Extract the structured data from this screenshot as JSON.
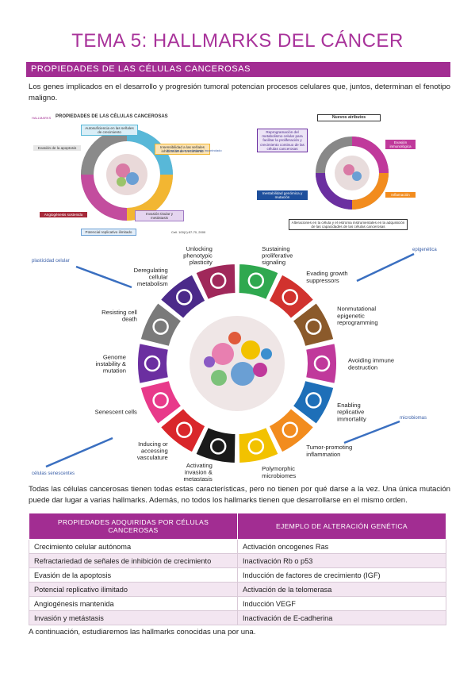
{
  "title": "TEMA 5: HALLMARKS DEL CÁNCER",
  "section": "PROPIEDADES DE LAS CÉLULAS CANCEROSAS",
  "intro": "Los genes implicados en el desarrollo y progresión tumoral potencian procesos celulares que, juntos, determinan el fenotipo maligno.",
  "fig_left": {
    "corner": "HALLMARKS",
    "title": "PROPIEDADES DE LAS CÉLULAS CANCEROSAS",
    "items": [
      "Autosuficiencia en las señales de crecimiento",
      "Evasión de la apoptosis",
      "Insensibilidad a las señales inhibitorias de crecimiento",
      "Angiogénesis sostenida",
      "Invasión tisular y metástasis",
      "Potencial replicativo ilimitado"
    ],
    "side_note": "ej: se tira a un crecimiento incontrolado",
    "citation": "Cell. 100(1):57-70, 2000"
  },
  "fig_right": {
    "top_label": "Nuevos atributos",
    "items": [
      "Reprogramación del metabolismo celular para facilitar la proliferación y crecimiento continuo de las células cancerosas",
      "Evasión inmunológica",
      "Inestabilidad genómica y mutación",
      "Inflamación"
    ],
    "bottom": "Alteraciones en la célula y el estroma instrumentales en la adquisición de las capacidades de las células cancerosas"
  },
  "wheel": {
    "labels": [
      "Sustaining proliferative signaling",
      "Evading growth suppressors",
      "Nonmutational epigenetic reprogramming",
      "Avoiding immune destruction",
      "Enabling replicative immortality",
      "Tumor-promoting inflammation",
      "Polymorphic microbiomes",
      "Activating invasion & metastasis",
      "Inducing or accessing vasculature",
      "Senescent cells",
      "Genome instability & mutation",
      "Resisting cell death",
      "Deregulating cellular metabolism",
      "Unlocking phenotypic plasticity"
    ],
    "colors": [
      "#2fa84f",
      "#d1322e",
      "#8b5a2b",
      "#c0399b",
      "#1e6fb8",
      "#f28c1e",
      "#f2c200",
      "#1a1a1a",
      "#d9262a",
      "#e83a8a",
      "#6b2fa0",
      "#7a7a7a",
      "#4b2a8a",
      "#a0285a"
    ],
    "notes": {
      "top_left": "plasticidad celular",
      "top_right": "epigenética",
      "right": "microbiomas",
      "bottom_left": "células senescentes"
    }
  },
  "para2": "Todas las células cancerosas tienen todas estas características, pero no tienen por qué darse a la vez. Una única mutación puede dar lugar a varias hallmarks. Además, no todos los hallmarks tienen que desarrollarse en el mismo orden.",
  "table": {
    "headers": [
      "PROPIEDADES ADQUIRIDAS POR CÉLULAS CANCEROSAS",
      "EJEMPLO DE ALTERACIÓN GENÉTICA"
    ],
    "rows": [
      [
        "Crecimiento celular autónoma",
        "Activación oncogenes Ras"
      ],
      [
        "Refractariedad de señales de inhibición de crecimiento",
        "Inactivación Rb o p53"
      ],
      [
        "Evasión de la apoptosis",
        "Inducción de factores de crecimiento (IGF)"
      ],
      [
        "Potencial replicativo ilimitado",
        "Activación de la telomerasa"
      ],
      [
        "Angiogénesis mantenida",
        "Inducción VEGF"
      ],
      [
        "Invasión y metástasis",
        "Inactivación de E-cadherina"
      ]
    ]
  },
  "outro": "A continuación, estudiaremos las hallmarks conocidas una por una."
}
